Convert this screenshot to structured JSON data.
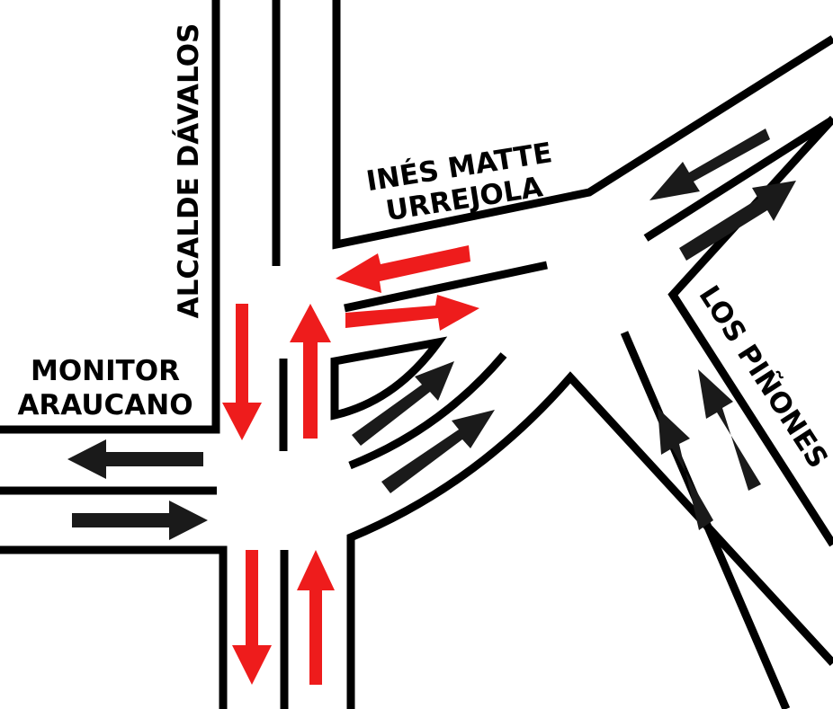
{
  "streets": {
    "alcalde_davalos": "ALCALDE DÁVALOS",
    "ines_matte_line1": "INÉS MATTE",
    "ines_matte_line2": "URREJOLA",
    "monitor_line1": "MONITOR",
    "monitor_line2": "ARAUCANO",
    "los_pinones": "LOS PIÑONES"
  },
  "colors": {
    "road_outline": "#000000",
    "arrow_default": "#1a1a1a",
    "arrow_highlight": "#ee1c1c",
    "background": "#ffffff"
  }
}
